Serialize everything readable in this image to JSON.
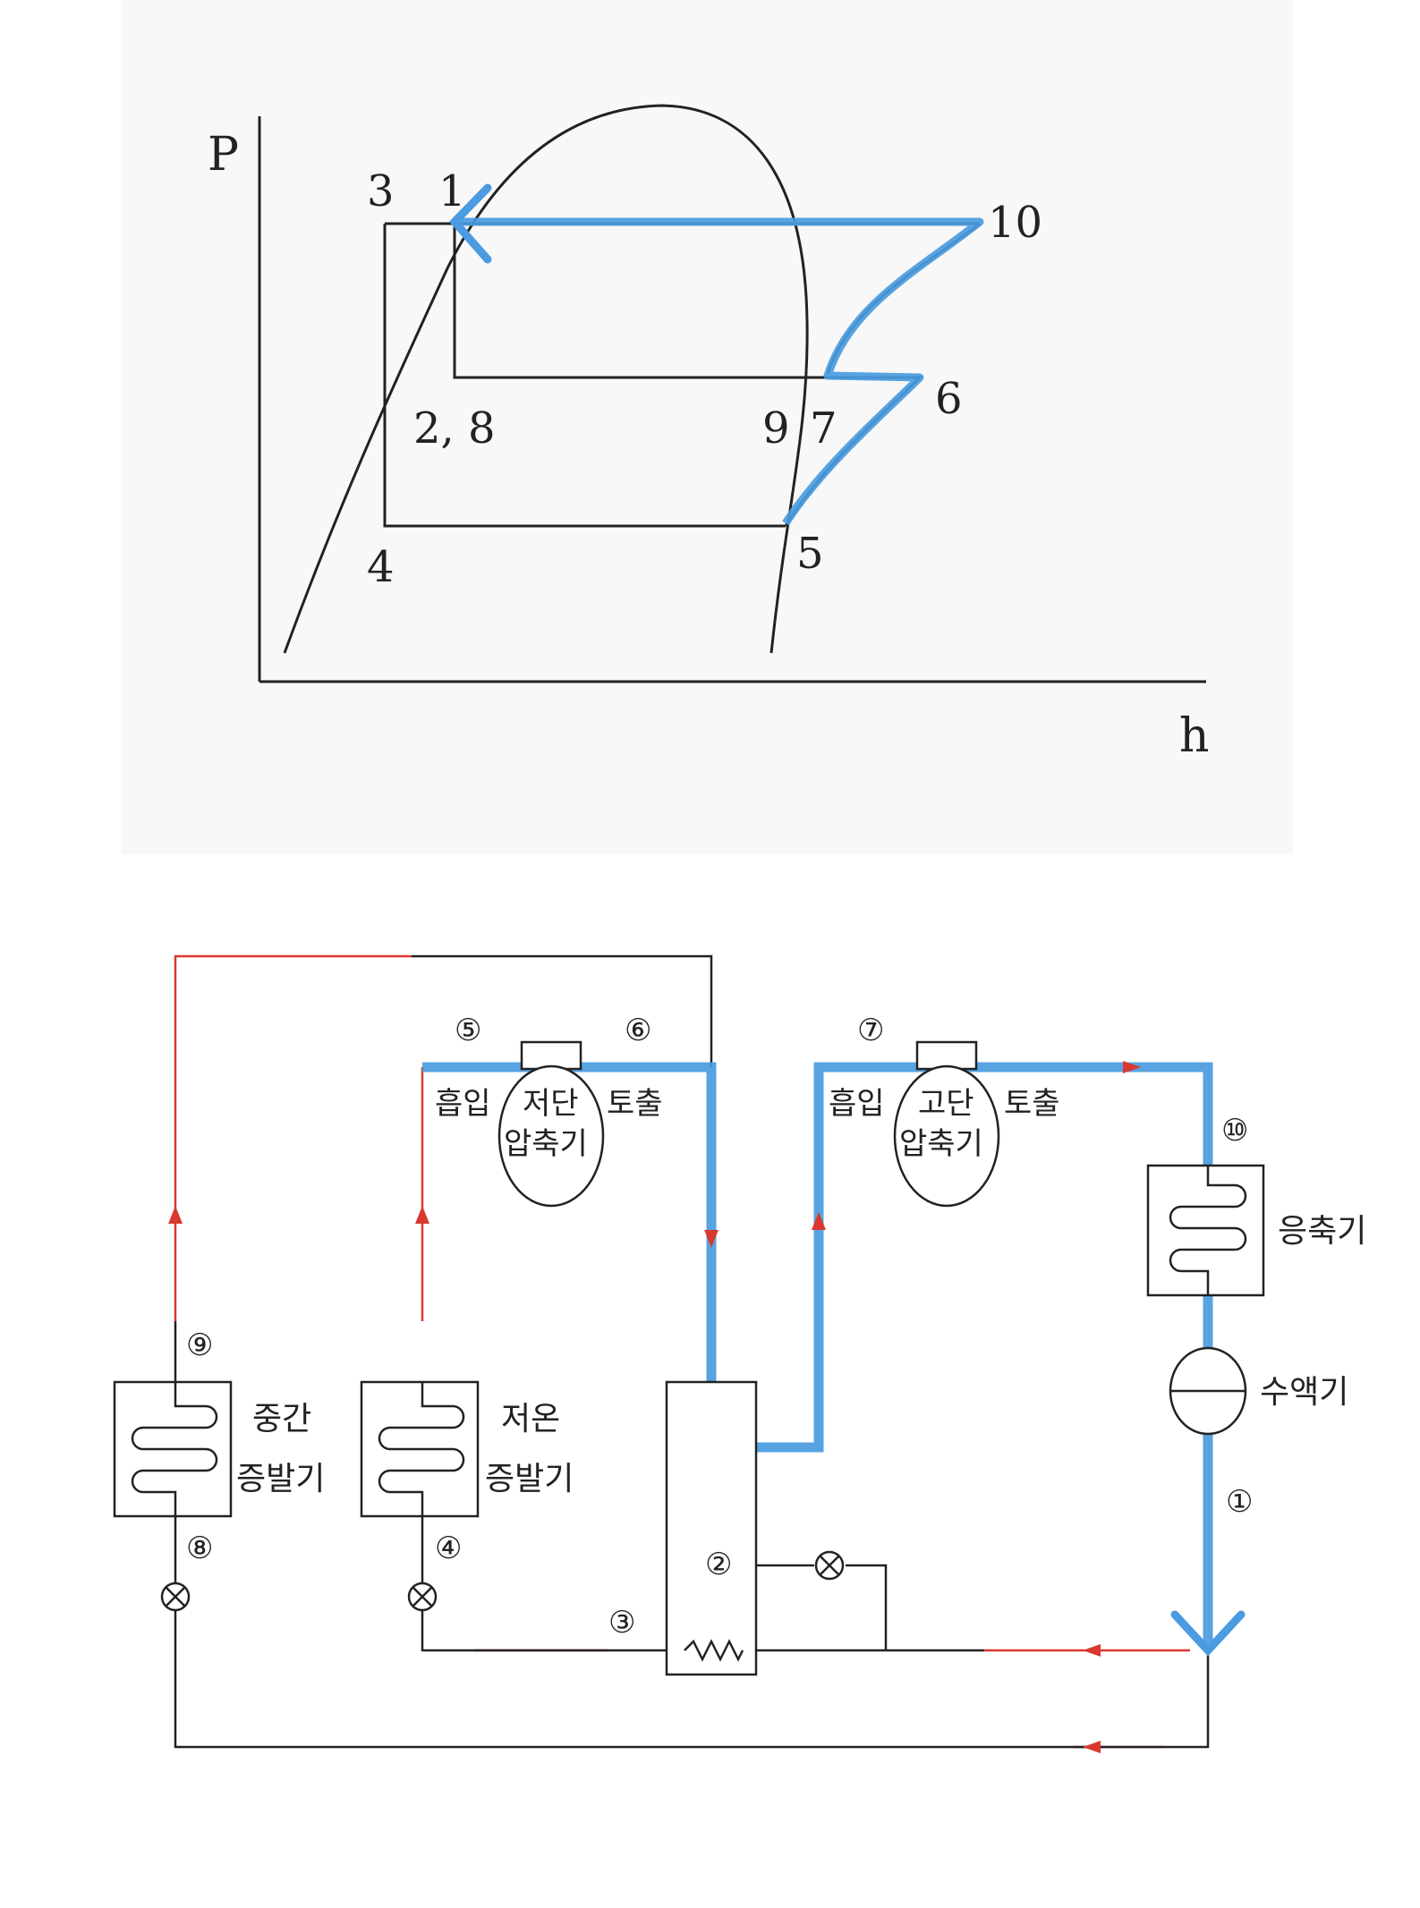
{
  "ph_diagram": {
    "axis_y": "P",
    "axis_x": "h",
    "point_labels": {
      "p3": "3",
      "p1": "1",
      "p10": "10",
      "p6": "6",
      "p28": "2, 8",
      "p9": "9",
      "p7": "7",
      "p5": "5",
      "p4": "4"
    }
  },
  "system": {
    "nodes": {
      "n5": "⑤",
      "n6": "⑥",
      "n7": "⑦",
      "n10": "⑩",
      "n9": "⑨",
      "n8": "⑧",
      "n4": "④",
      "n3": "③",
      "n2": "②",
      "n1": "①"
    },
    "low_compressor": {
      "inlet": "흡입",
      "line1": "저단",
      "line2": "압축기",
      "outlet": "토출"
    },
    "high_compressor": {
      "inlet": "흡입",
      "line1": "고단",
      "line2": "압축기",
      "outlet": "토출"
    },
    "condenser": "응축기",
    "receiver": "수액기",
    "mid_evaporator": {
      "line1": "중간",
      "line2": "증발기"
    },
    "low_evaporator": {
      "line1": "저온",
      "line2": "증발기"
    }
  },
  "colors": {
    "highlight": "#4a9be0",
    "flow_red": "#d9382e",
    "line": "#222222"
  }
}
